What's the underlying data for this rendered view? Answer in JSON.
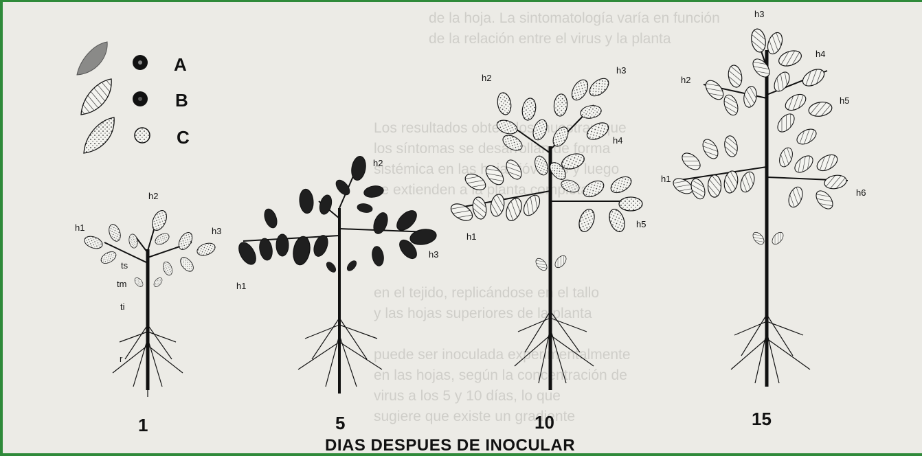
{
  "caption": "DIAS DESPUES DE INOCULAR",
  "legend": [
    {
      "key": "A",
      "fill": "solid"
    },
    {
      "key": "B",
      "fill": "hatched"
    },
    {
      "key": "C",
      "fill": "dotted"
    }
  ],
  "plants": [
    {
      "day": "1",
      "labels": {
        "h1": "h1",
        "h2": "h2",
        "h3": "h3",
        "ts": "ts",
        "tm": "tm",
        "ti": "ti",
        "r": "r"
      }
    },
    {
      "day": "5",
      "labels": {
        "h1": "h1",
        "h2": "h2",
        "h3": "h3"
      }
    },
    {
      "day": "10",
      "labels": {
        "h1": "h1",
        "h2": "h2",
        "h3": "h3",
        "h4": "h4",
        "h5": "h5"
      }
    },
    {
      "day": "15",
      "labels": {
        "h1": "h1",
        "h2": "h2",
        "h3": "h3",
        "h4": "h4",
        "h5": "h5",
        "h6": "h6"
      }
    }
  ],
  "colors": {
    "border": "#2f8a3a",
    "paper": "#ecebe6",
    "ink": "#111111"
  }
}
